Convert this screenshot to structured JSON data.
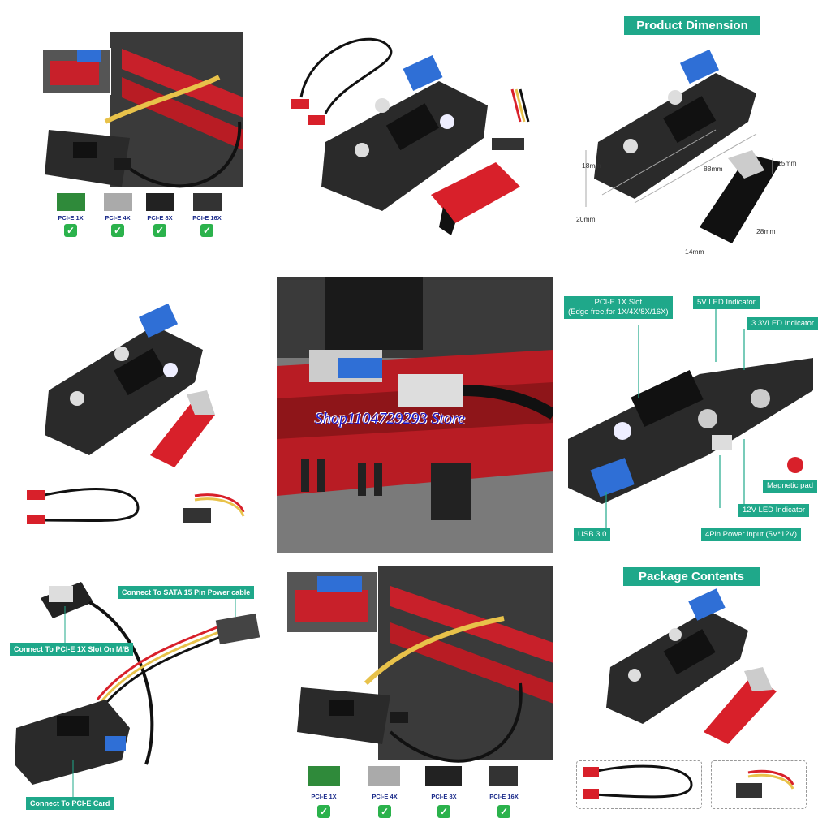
{
  "grid": {
    "p1": {
      "cards": [
        {
          "label": "PCI-E 1X",
          "icon": "pcie-1x-card-icon"
        },
        {
          "label": "PCI-E 4X",
          "icon": "pcie-4x-card-icon"
        },
        {
          "label": "PCI-E 8X",
          "icon": "pcie-8x-card-icon"
        },
        {
          "label": "PCI-E 16X",
          "icon": "pcie-16x-card-icon"
        }
      ]
    },
    "p3": {
      "title": "Product Dimension",
      "dims": [
        "18mm",
        "88mm",
        "15mm",
        "20mm",
        "28mm",
        "14mm"
      ]
    },
    "p5": {
      "watermark": "Shop1104729293 Store"
    },
    "p6": {
      "labels": {
        "slot": "PCI-E 1X Slot",
        "slot_sub": "(Edge free,for 1X/4X/8X/16X)",
        "led5v": "5V LED Indicator",
        "led33": "3.3VLED Indicator",
        "magnet": "Magnetic pad",
        "led12": "12V  LED Indicator",
        "usb": "USB  3.0",
        "power": "4Pin Power input (5V*12V)"
      }
    },
    "p7": {
      "sata": "Connect To SATA 15 Pin Power cable",
      "slot": "Connect To PCI-E 1X Slot On M/B",
      "card": "Connect To PCI-E Card"
    },
    "p8": {
      "cards": [
        {
          "label": "PCI-E 1X"
        },
        {
          "label": "PCI-E 4X"
        },
        {
          "label": "PCI-E 8X"
        },
        {
          "label": "PCI-E 16X"
        }
      ]
    },
    "p9": {
      "title": "Package Contents"
    }
  },
  "colors": {
    "accent": "#1fa88a",
    "pcb": "#2a2a2a",
    "riser_red": "#d8202a",
    "check_green": "#2bb24c",
    "usb_blue": "#2f6fd6"
  }
}
